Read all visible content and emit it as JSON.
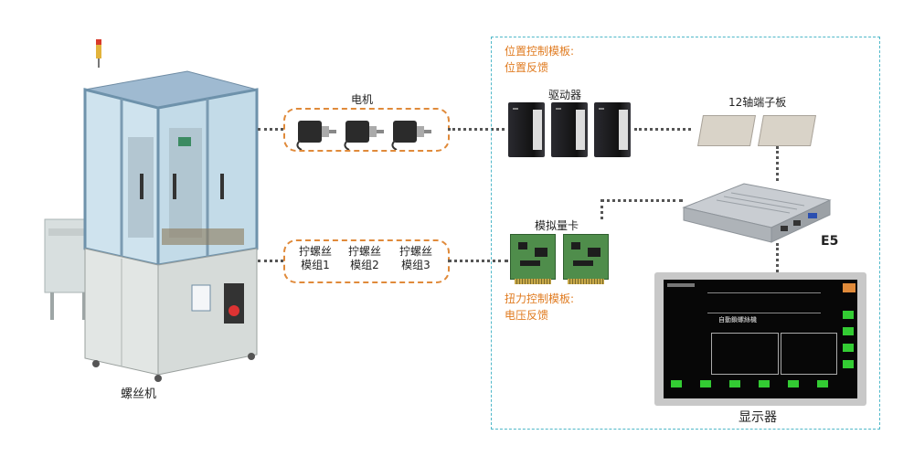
{
  "machine_label": "螺丝机",
  "motor_label": "电机",
  "screw_modules": [
    "拧螺丝\n模组1",
    "拧螺丝\n模组2",
    "拧螺丝\n模组3"
  ],
  "driver_label": "驱动器",
  "terminal_label": "12轴端子板",
  "analog_label": "模拟量卡",
  "position_board": [
    "位置控制模板:",
    "位置反馈"
  ],
  "torque_board": [
    "扭力控制模板:",
    "电压反馈"
  ],
  "controller_label": "E5",
  "display_label": "显示器",
  "screen": {
    "title": "自動鎖螺絲機"
  },
  "colors": {
    "group_border": "#e08a3a",
    "panel_border": "#4fb8c9",
    "orange_text": "#e07b20",
    "dotted_line": "#555555"
  }
}
